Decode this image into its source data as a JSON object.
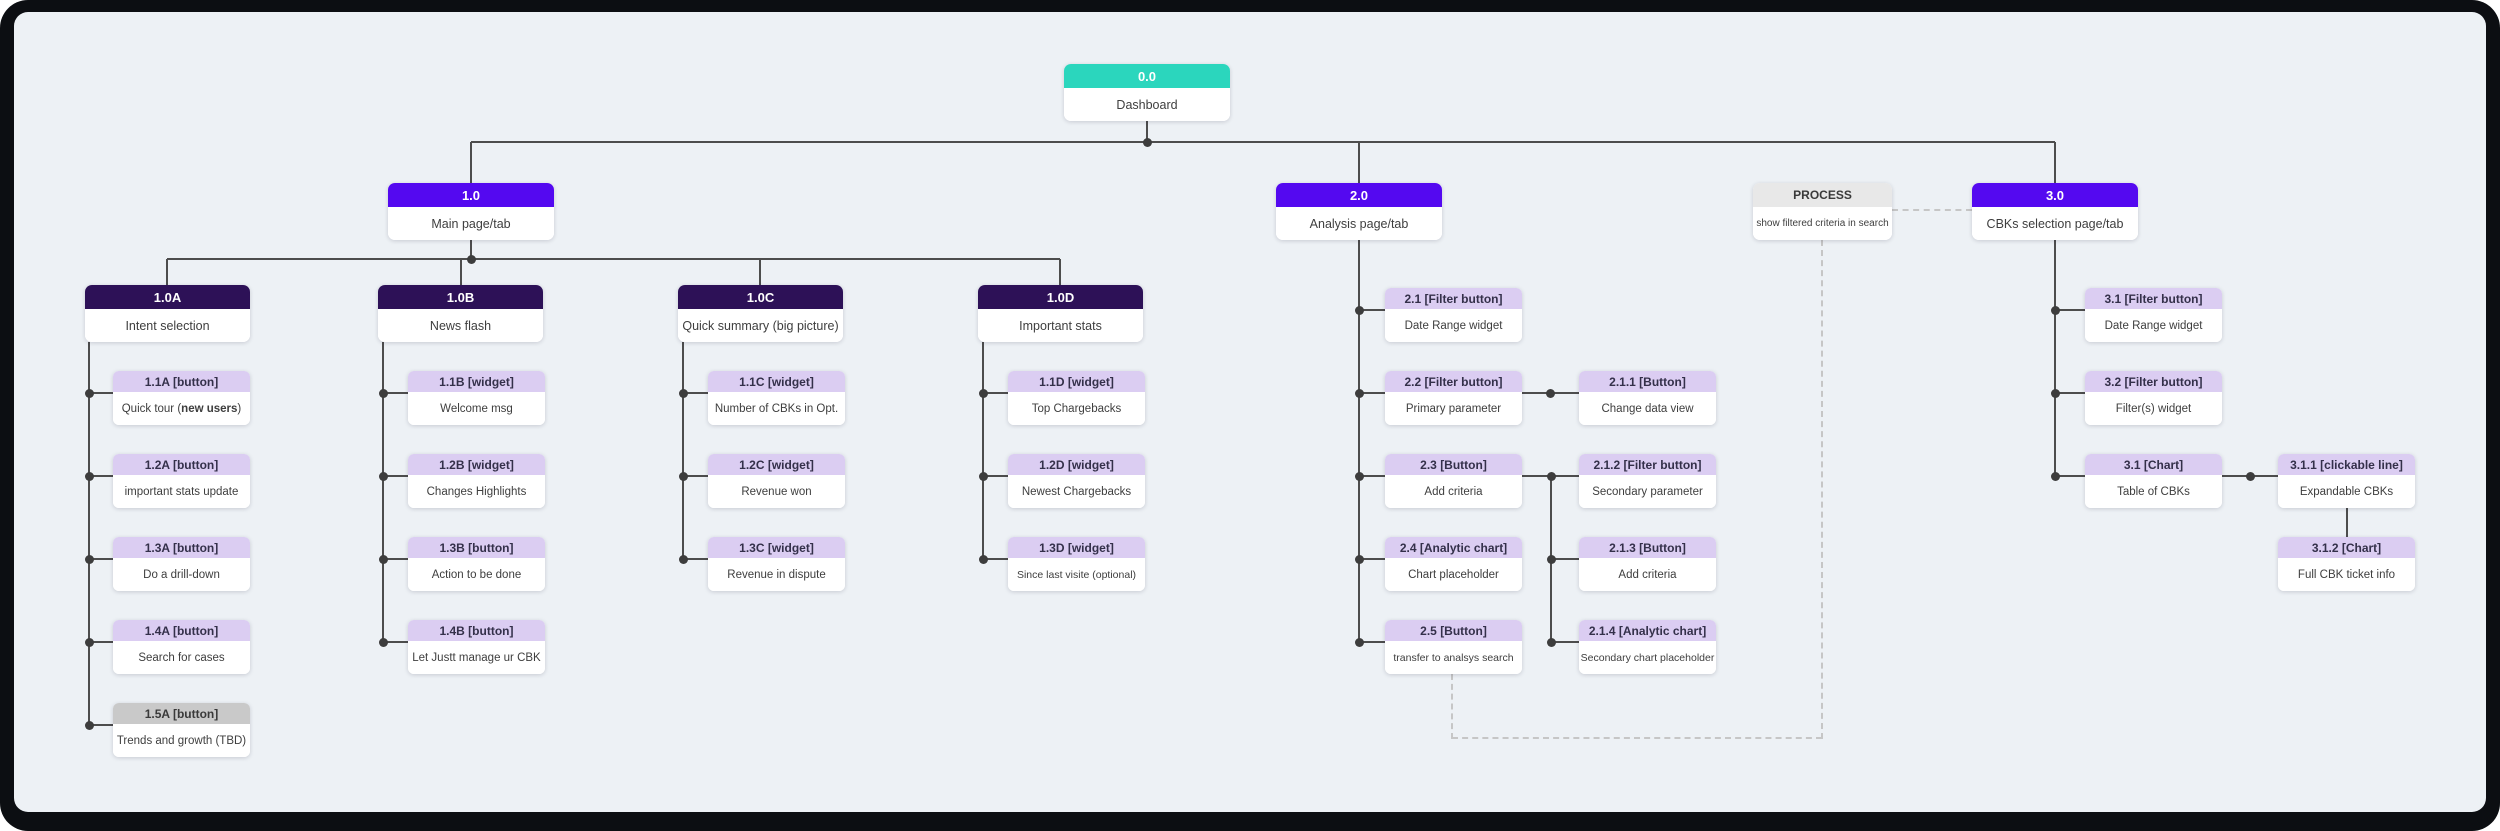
{
  "palette": {
    "canvas_bg": "#edf1f5",
    "frame": "#0c0e12",
    "teal_header": "#2bd6bd",
    "violet_header": "#5409f0",
    "navy_header": "#2d1157",
    "lavender_header": "#dbcdf2",
    "gray_header": "#c9c9c9",
    "process_header": "#e8e8e8",
    "line": "#4d4d4d",
    "dashed_line": "#c6c6c6"
  },
  "nodes": {
    "n00": {
      "code": "0.0",
      "label": "Dashboard"
    },
    "n10": {
      "code": "1.0",
      "label": "Main page/tab"
    },
    "n20": {
      "code": "2.0",
      "label": "Analysis page/tab"
    },
    "n30": {
      "code": "3.0",
      "label": "CBKs selection page/tab"
    },
    "process": {
      "code": "PROCESS",
      "label": "show filtered criteria in search"
    },
    "n10a": {
      "code": "1.0A",
      "label": "Intent selection"
    },
    "n10b": {
      "code": "1.0B",
      "label": "News flash"
    },
    "n10c": {
      "code": "1.0C",
      "label": "Quick summary (big picture)"
    },
    "n10d": {
      "code": "1.0D",
      "label": "Important stats"
    },
    "p11a": {
      "code": "1.1A [button]",
      "label_prefix": "Quick tour (",
      "label_bold": "new users",
      "label_suffix": ")"
    },
    "p12a": {
      "code": "1.2A [button]",
      "label": "important stats update"
    },
    "p13a": {
      "code": "1.3A [button]",
      "label": "Do a drill-down"
    },
    "p14a": {
      "code": "1.4A [button]",
      "label": "Search for cases"
    },
    "p15a": {
      "code": "1.5A [button]",
      "label": "Trends and growth (TBD)"
    },
    "p11b": {
      "code": "1.1B [widget]",
      "label": "Welcome msg"
    },
    "p12b": {
      "code": "1.2B [widget]",
      "label": "Changes Highlights"
    },
    "p13b": {
      "code": "1.3B [button]",
      "label": "Action to be done"
    },
    "p14b": {
      "code": "1.4B [button]",
      "label": "Let Justt manage ur CBK"
    },
    "p11c": {
      "code": "1.1C [widget]",
      "label": "Number of CBKs in Opt."
    },
    "p12c": {
      "code": "1.2C [widget]",
      "label": "Revenue won"
    },
    "p13c": {
      "code": "1.3C [widget]",
      "label": "Revenue in dispute"
    },
    "p11d": {
      "code": "1.1D [widget]",
      "label": "Top Chargebacks"
    },
    "p12d": {
      "code": "1.2D [widget]",
      "label": "Newest Chargebacks"
    },
    "p13d": {
      "code": "1.3D [widget]",
      "label": "Since last visite (optional)"
    },
    "p21": {
      "code": "2.1 [Filter button]",
      "label": "Date Range widget"
    },
    "p22": {
      "code": "2.2 [Filter button]",
      "label": "Primary parameter"
    },
    "p23": {
      "code": "2.3 [Button]",
      "label": "Add criteria"
    },
    "p24": {
      "code": "2.4 [Analytic chart]",
      "label": "Chart placeholder"
    },
    "p25": {
      "code": "2.5 [Button]",
      "label": "transfer to analsys search"
    },
    "p211": {
      "code": "2.1.1 [Button]",
      "label": "Change data view"
    },
    "p212": {
      "code": "2.1.2 [Filter button]",
      "label": "Secondary parameter"
    },
    "p213": {
      "code": "2.1.3 [Button]",
      "label": "Add criteria"
    },
    "p214": {
      "code": "2.1.4 [Analytic chart]",
      "label": "Secondary chart placeholder"
    },
    "p31": {
      "code": "3.1 [Filter button]",
      "label": "Date Range widget"
    },
    "p32": {
      "code": "3.2 [Filter button]",
      "label": "Filter(s) widget"
    },
    "p31c": {
      "code": "3.1 [Chart]",
      "label": "Table of CBKs"
    },
    "p311": {
      "code": "3.1.1 [clickable line]",
      "label": "Expandable CBKs"
    },
    "p312": {
      "code": "3.1.2 [Chart]",
      "label": "Full CBK ticket info"
    }
  }
}
